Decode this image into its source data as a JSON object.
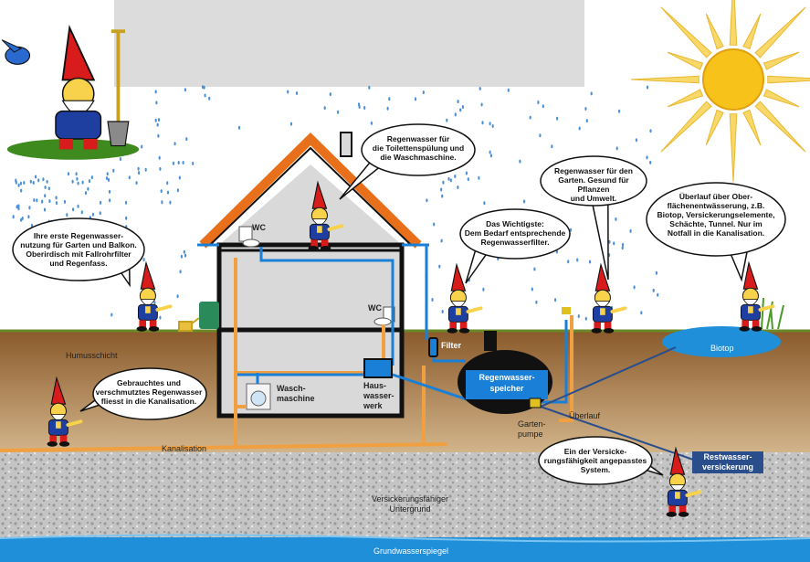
{
  "colors": {
    "sky_drop": "#4a90d8",
    "soil_top": "#8a5a2b",
    "soil_bottom": "#c9a77c",
    "gravel": "#bdbdbd",
    "groundwater": "#1e8fd8",
    "roof": "#e8701a",
    "house_wall": "#d8d8d8",
    "pipe_blue": "#1a7fd6",
    "pipe_orange": "#f0a040",
    "tank": "#111111",
    "sun": "#f7c21a",
    "label_box": "#2a4d8c"
  },
  "bubbles": {
    "toilet": "Regenwasser für\ndie Toilettenspülung und\ndie Waschmaschine.",
    "first_use": "Ihre erste Regenwasser-\nnutzung für Garten und Balkon.\nOberirdisch mit Fallrohrfilter\nund Regenfass.",
    "filter": "Das Wichtigste:\nDem Bedarf entsprechende\nRegenwasserfilter.",
    "garden": "Regenwasser für den\nGarten. Gesund für Pflanzen\nund Umwelt.",
    "overflow": "Überlauf über Ober-\nflächenentwässerung, z.B.\nBiotop, Versickerungselemente,\nSchächte, Tunnel. Nur im\nNotfall in die Kanalisation.",
    "sewer": "Gebrauchtes und\nverschmutztes Regenwasser\nfliesst in die Kanalisation.",
    "infiltration": "Ein der Versicke-\nrungsfähigkeit angepasstes\nSystem."
  },
  "labels": {
    "wc_upper": "WC",
    "wc_lower": "WC",
    "filter": "Filter",
    "washer": "Wasch-\nmaschine",
    "hauswasserwerk": "Haus-\nwasser-\nwerk",
    "tank": "Regenwasser-\nspeicher",
    "gartenpumpe": "Garten-\npumpe",
    "ueberlauf": "Überlauf",
    "biotop": "Biotop",
    "humus": "Humusschicht",
    "kanalisation": "Kanalisation",
    "restwasser": "Restwasser-\nversickerung",
    "untergrund": "Versickerungsfähiger\nUntergrund",
    "grundwasser": "Grundwasserspiegel"
  }
}
